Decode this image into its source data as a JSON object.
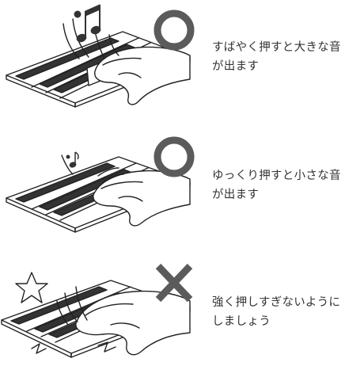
{
  "instructions": [
    {
      "line1": "すばやく押すと大きな音",
      "line2": "が出ます",
      "symbol": "circle-icon",
      "note": "double-note"
    },
    {
      "line1": "ゆっくり押すと小さな音",
      "line2": "が出ます",
      "symbol": "circle-icon",
      "note": "single-note"
    },
    {
      "line1": "強く押しすぎないように",
      "line2": "しましょう",
      "symbol": "cross-icon",
      "note": "star"
    }
  ],
  "colors": {
    "line": "#222222",
    "symbol": "#5b5b5b",
    "key_black": "#333333"
  }
}
